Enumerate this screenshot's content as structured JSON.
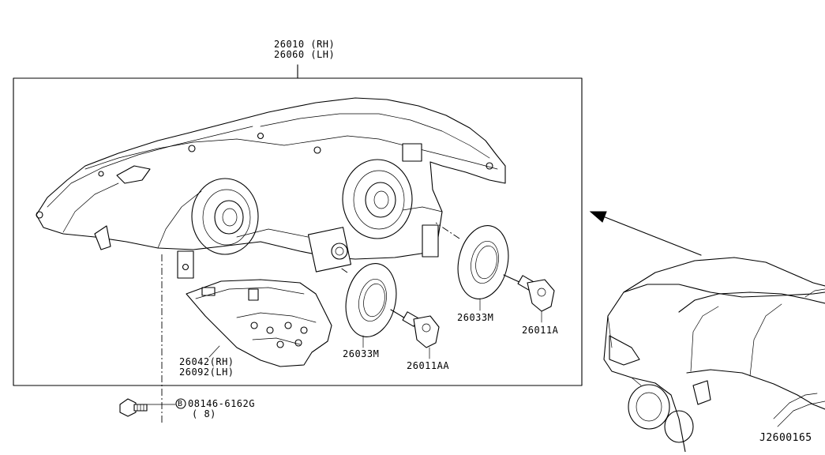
{
  "labels": {
    "assembly_rh": "26010 (RH)",
    "assembly_lh": "26060 (LH)",
    "seal_left": "26033M",
    "seal_right": "26033M",
    "bulb_right": "26011A",
    "bulb_left": "26011AA",
    "bracket_rh": "26042(RH)",
    "bracket_lh": "26092(LH)",
    "bolt_marker": "B",
    "bolt_part": "08146-6162G",
    "bolt_qty": "( 8)",
    "diagram_id": "J2600165"
  }
}
